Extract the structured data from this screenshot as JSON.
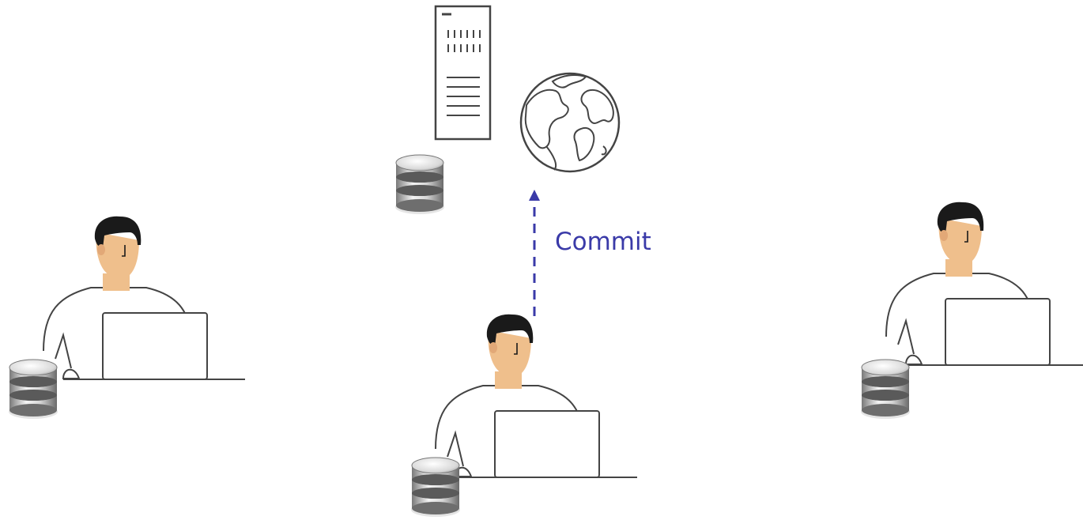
{
  "diagram": {
    "commit_label": "Commit",
    "colors": {
      "accent": "#3a3aa8",
      "skin": "#efbf8c",
      "hair": "#1a1a1a",
      "line": "#333333",
      "db_light": "#f2f2f2",
      "db_dark": "#8a8a8a"
    },
    "nodes": [
      {
        "id": "server",
        "icon": "server-icon"
      },
      {
        "id": "internet",
        "icon": "globe-icon"
      },
      {
        "id": "central-repository",
        "icon": "database-icon"
      },
      {
        "id": "developer-left",
        "icon": "developer-icon"
      },
      {
        "id": "developer-center",
        "icon": "developer-icon"
      },
      {
        "id": "developer-right",
        "icon": "developer-icon"
      }
    ],
    "edges": [
      {
        "from": "developer-center",
        "to": "internet",
        "style": "dashed",
        "label": "Commit"
      }
    ]
  }
}
